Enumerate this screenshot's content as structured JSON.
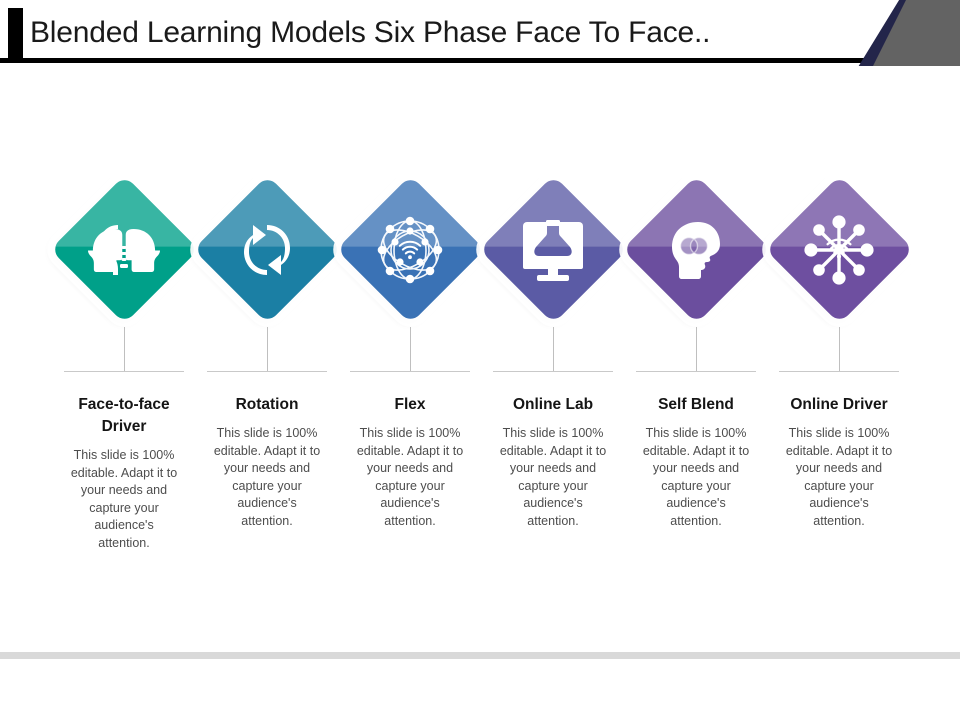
{
  "slide": {
    "title": "Blended Learning Models Six Phase Face To Face..",
    "background_color": "#FFFFFF",
    "accent_bar_color": "#000000",
    "corner_navy_color": "#23254A",
    "corner_gray_color": "#636363",
    "bottom_band_color": "#D9D9D9"
  },
  "body_text": "This slide is 100% editable. Adapt it to your needs and capture your audience's attention.",
  "items": [
    {
      "title": "Face-to-face Driver",
      "body": "This slide is 100% editable. Adapt it to your needs and capture your audience's attention.",
      "icon": "two-facing-heads-icon",
      "color": "#00A089",
      "color_light": "#3DB5A3"
    },
    {
      "title": "Rotation",
      "body": "This slide is 100% editable. Adapt it to your needs and capture your audience's attention.",
      "icon": "rotation-arrows-icon",
      "color": "#1B7FA4",
      "color_light": "#3E98B8"
    },
    {
      "title": "Flex",
      "body": "This slide is 100% editable. Adapt it to your needs and capture your audience's attention.",
      "icon": "network-wifi-nodes-icon",
      "color": "#3A72B5",
      "color_light": "#5A8CC6"
    },
    {
      "title": "Online Lab",
      "body": "This slide is 100% editable. Adapt it to your needs and capture your audience's attention.",
      "icon": "monitor-flask-icon",
      "color": "#5B5BA5",
      "color_light": "#7575B8"
    },
    {
      "title": "Self Blend",
      "body": "This slide is 100% editable. Adapt it to your needs and capture your audience's attention.",
      "icon": "head-venn-circles-icon",
      "color": "#6B4E9E",
      "color_light": "#8469B2"
    },
    {
      "title": "Online Driver",
      "body": "This slide is 100% editable. Adapt it to your needs and capture your audience's attention.",
      "icon": "hub-spoke-wifi-icon",
      "color": "#6E4FA0",
      "color_light": "#8569B4"
    }
  ]
}
